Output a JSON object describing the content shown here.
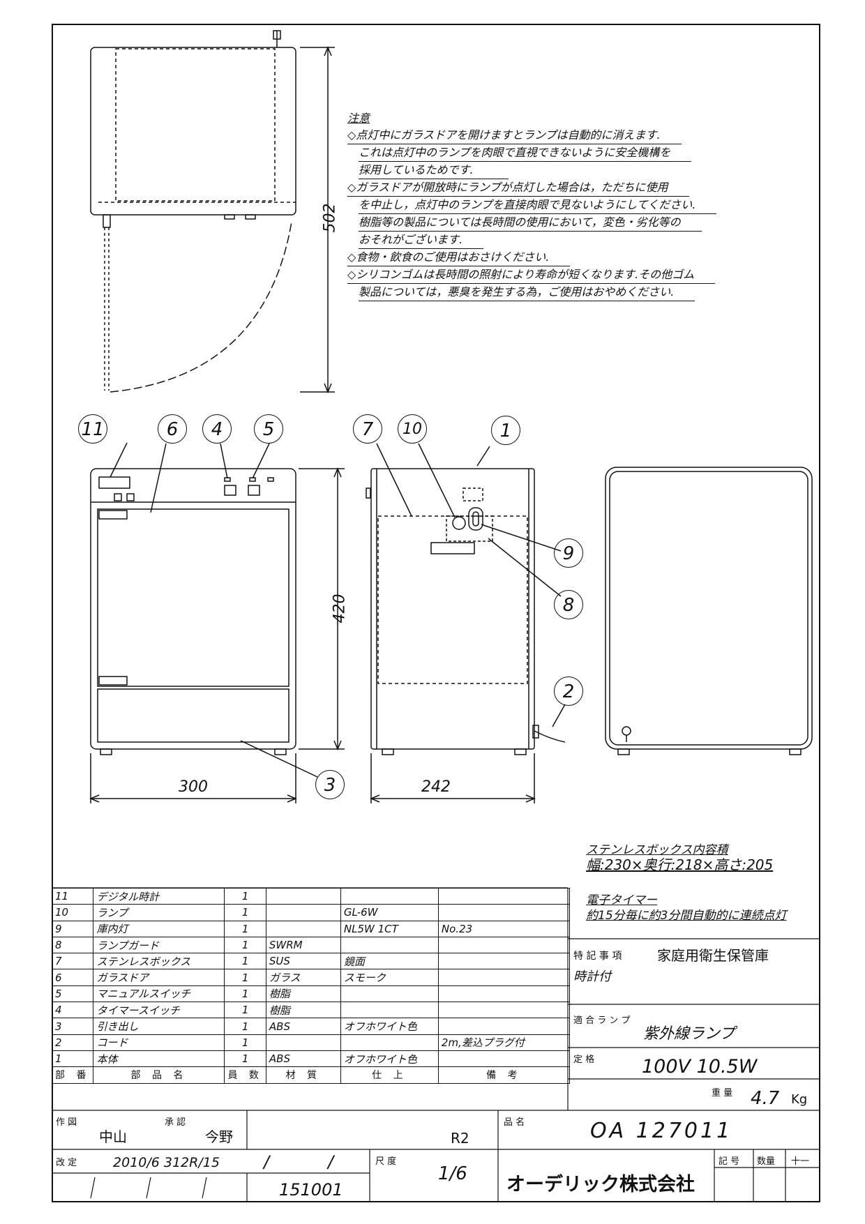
{
  "notes": {
    "heading": "注意",
    "lines": [
      "◇点灯中にガラスドアを開けますとランプは自動的に消えます.",
      "これは点灯中のランプを肉眼で直視できないように安全機構を",
      "採用しているためです.",
      "◇ガラスドアが開放時にランプが点灯した場合は，ただちに使用",
      "を中止し，点灯中のランプを直接肉眼で見ないようにしてください.",
      "樹脂等の製品については長時間の使用において，変色・劣化等の",
      "おそれがございます.",
      "◇食物・飲食のご使用はおさけください.",
      "◇シリコンゴムは長時間の照射により寿命が短くなります.その他ゴム",
      "製品については，悪臭を発生する為，ご使用はおやめください."
    ]
  },
  "dimensions": {
    "side_height": "502",
    "front_height": "420",
    "front_width": "300",
    "side_width": "242"
  },
  "callouts": [
    "11",
    "6",
    "4",
    "5",
    "7",
    "10",
    "1",
    "9",
    "8",
    "2",
    "3"
  ],
  "spec_notes": {
    "box_title": "ステンレスボックス内容積",
    "box_dims": "幅:230×奥行:218×高さ:205",
    "timer_title": "電子タイマー",
    "timer_desc": "約15分毎に約3分間自動的に連続点灯"
  },
  "parts_header": [
    "部 番",
    "部 品 名",
    "員 数",
    "材 質",
    "仕 上",
    "備 考"
  ],
  "parts": [
    {
      "no": "11",
      "name": "デジタル時計",
      "qty": "1",
      "material": "",
      "finish": "",
      "remarks": ""
    },
    {
      "no": "10",
      "name": "ランプ",
      "qty": "1",
      "material": "",
      "finish": "GL-6W",
      "remarks": ""
    },
    {
      "no": "9",
      "name": "庫内灯",
      "qty": "1",
      "material": "",
      "finish": "NL5W 1CT",
      "remarks": "No.23"
    },
    {
      "no": "8",
      "name": "ランプガード",
      "qty": "1",
      "material": "SWRM",
      "finish": "",
      "remarks": ""
    },
    {
      "no": "7",
      "name": "ステンレスボックス",
      "qty": "1",
      "material": "SUS",
      "finish": "鏡面",
      "remarks": ""
    },
    {
      "no": "6",
      "name": "ガラスドア",
      "qty": "1",
      "material": "ガラス",
      "finish": "スモーク",
      "remarks": ""
    },
    {
      "no": "5",
      "name": "マニュアルスイッチ",
      "qty": "1",
      "material": "樹脂",
      "finish": "",
      "remarks": ""
    },
    {
      "no": "4",
      "name": "タイマースイッチ",
      "qty": "1",
      "material": "樹脂",
      "finish": "",
      "remarks": ""
    },
    {
      "no": "3",
      "name": "引き出し",
      "qty": "1",
      "material": "ABS",
      "finish": "オフホワイト色",
      "remarks": ""
    },
    {
      "no": "2",
      "name": "コード",
      "qty": "1",
      "material": "",
      "finish": "",
      "remarks": "2m,差込プラグ付"
    },
    {
      "no": "1",
      "name": "本体",
      "qty": "1",
      "material": "ABS",
      "finish": "オフホワイト色",
      "remarks": ""
    }
  ],
  "right_block": {
    "special_label": "特 記 事 項",
    "special_value": "家庭用衛生保管庫",
    "special_value2": "時計付",
    "lamp_label": "適 合 ラ ン プ",
    "lamp_value": "紫外線ランプ",
    "rating_label": "定 格",
    "rating_value": "100V 10.5W",
    "weight_label": "重 量",
    "weight_value": "4.7",
    "weight_unit": "Kg"
  },
  "title_block": {
    "drawn_label": "作 図",
    "drawn_by": "中山",
    "approved_label": "承 認",
    "approved_by": "今野",
    "revision": "R2",
    "product_label": "品 名",
    "product_code": "OA 127011",
    "change_label": "改 定",
    "change_dates": "2010/6  312R/15",
    "slash1": "/",
    "slash2": "/",
    "scale_label": "尺 度",
    "scale_value": "1/6",
    "doc_no": "151001",
    "company": "オーデリック株式会社",
    "mark_label": "記 号",
    "count_label": "数量",
    "extra_label": "十一"
  }
}
